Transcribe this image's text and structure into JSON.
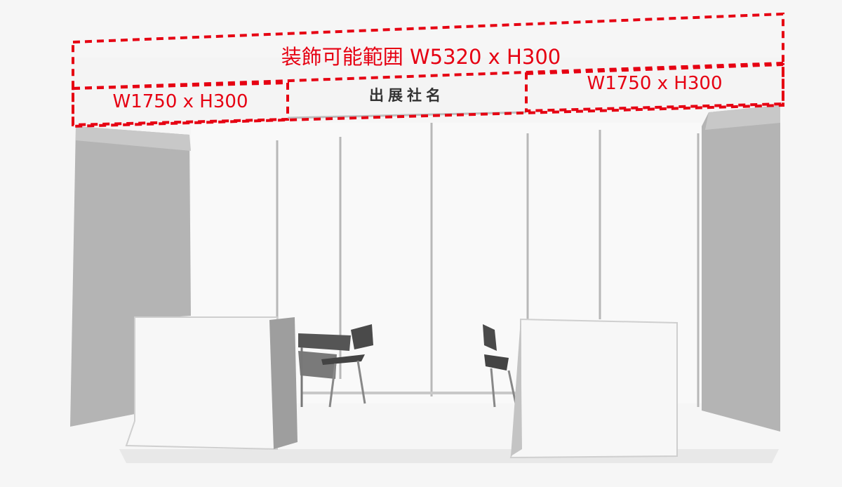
{
  "decoration_area_label": "装飾可能範囲 W5320 x H300",
  "left_panel_label": "W1750 x H300",
  "right_panel_label": "W1750 x H300",
  "company_sign_label": "出展社名",
  "colors": {
    "annotation_red": "#e60012",
    "wall_gray": "#b3b3b3",
    "wall_white": "#f8f8f8",
    "sign_text": "#333333"
  }
}
